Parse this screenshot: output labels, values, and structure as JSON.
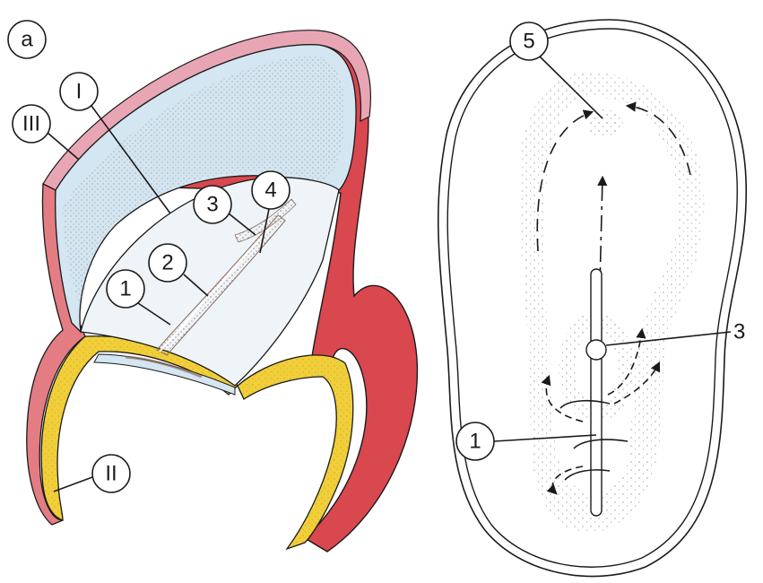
{
  "panel_a": {
    "panel_label": "a",
    "labels": {
      "I": "I",
      "II": "II",
      "III": "III",
      "n1": "1",
      "n2": "2",
      "n3": "3",
      "n4": "4"
    }
  },
  "panel_b": {
    "labels": {
      "n1": "1",
      "n3": "3",
      "n5": "5"
    }
  },
  "colors": {
    "outer_red": "#d9474f",
    "outer_pink_rim": "#e8a6b4",
    "yolk_yellow": "#f0cf3a",
    "cavity_blue": "#d3e6f2",
    "embryo_disc": "#eef4f8",
    "stipple_brown": "#8a6a5e",
    "outline": "#1a1a1a"
  }
}
